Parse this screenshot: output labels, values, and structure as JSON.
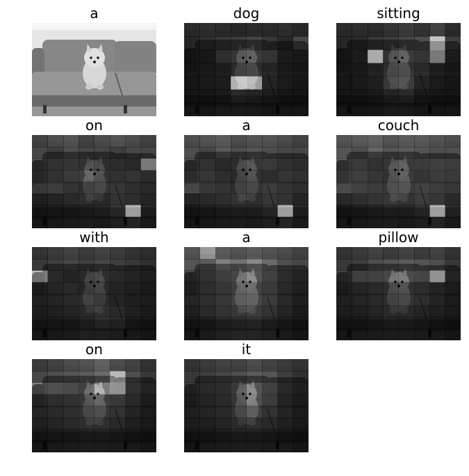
{
  "panels": [
    {
      "word": "a",
      "attention": null
    },
    {
      "word": "dog",
      "attention": [
        [
          0.1,
          0.12,
          0.1,
          0.08,
          0.1,
          0.1,
          0.12,
          0.08
        ],
        [
          0.08,
          0.15,
          0.2,
          0.25,
          0.3,
          0.2,
          0.1,
          0.3
        ],
        [
          0.08,
          0.1,
          0.35,
          0.45,
          0.5,
          0.45,
          0.15,
          0.12
        ],
        [
          0.08,
          0.1,
          0.15,
          0.3,
          0.35,
          0.25,
          0.12,
          0.08
        ],
        [
          0.06,
          0.08,
          0.12,
          0.95,
          0.9,
          0.2,
          0.1,
          0.06
        ],
        [
          0.05,
          0.06,
          0.1,
          0.25,
          0.2,
          0.12,
          0.06,
          0.05
        ],
        [
          0.05,
          0.05,
          0.08,
          0.1,
          0.08,
          0.06,
          0.05,
          0.05
        ]
      ]
    },
    {
      "word": "sitting",
      "attention": [
        [
          0.1,
          0.12,
          0.1,
          0.15,
          0.2,
          0.15,
          0.25,
          0.1
        ],
        [
          0.08,
          0.12,
          0.2,
          0.25,
          0.3,
          0.35,
          0.9,
          0.25
        ],
        [
          0.08,
          0.15,
          0.95,
          0.4,
          0.5,
          0.45,
          0.85,
          0.15
        ],
        [
          0.08,
          0.1,
          0.2,
          0.35,
          0.4,
          0.3,
          0.15,
          0.1
        ],
        [
          0.06,
          0.08,
          0.15,
          0.4,
          0.45,
          0.2,
          0.1,
          0.06
        ],
        [
          0.05,
          0.06,
          0.1,
          0.2,
          0.25,
          0.1,
          0.06,
          0.05
        ],
        [
          0.05,
          0.05,
          0.06,
          0.1,
          0.1,
          0.06,
          0.05,
          0.05
        ]
      ]
    },
    {
      "word": "on",
      "attention": [
        [
          0.25,
          0.3,
          0.35,
          0.25,
          0.3,
          0.35,
          0.3,
          0.25
        ],
        [
          0.3,
          0.25,
          0.35,
          0.3,
          0.3,
          0.25,
          0.3,
          0.3
        ],
        [
          0.35,
          0.4,
          0.45,
          0.4,
          0.35,
          0.35,
          0.3,
          0.85
        ],
        [
          0.35,
          0.4,
          0.5,
          0.55,
          0.4,
          0.4,
          0.45,
          0.35
        ],
        [
          0.4,
          0.45,
          0.35,
          0.3,
          0.35,
          0.4,
          0.3,
          0.25
        ],
        [
          0.15,
          0.2,
          0.25,
          0.3,
          0.25,
          0.35,
          0.3,
          0.2
        ],
        [
          0.1,
          0.12,
          0.15,
          0.2,
          0.25,
          0.4,
          0.95,
          0.25
        ],
        [
          0.05,
          0.08,
          0.1,
          0.12,
          0.1,
          0.15,
          0.2,
          0.1
        ]
      ]
    },
    {
      "word": "a",
      "attention": [
        [
          0.3,
          0.35,
          0.4,
          0.3,
          0.35,
          0.35,
          0.3,
          0.25
        ],
        [
          0.35,
          0.3,
          0.45,
          0.35,
          0.4,
          0.35,
          0.3,
          0.3
        ],
        [
          0.35,
          0.4,
          0.3,
          0.35,
          0.45,
          0.5,
          0.4,
          0.35
        ],
        [
          0.4,
          0.45,
          0.35,
          0.3,
          0.4,
          0.35,
          0.45,
          0.4
        ],
        [
          0.55,
          0.4,
          0.35,
          0.3,
          0.35,
          0.45,
          0.35,
          0.3
        ],
        [
          0.2,
          0.25,
          0.3,
          0.35,
          0.3,
          0.4,
          0.35,
          0.2
        ],
        [
          0.1,
          0.15,
          0.2,
          0.25,
          0.25,
          0.35,
          0.95,
          0.25
        ],
        [
          0.05,
          0.08,
          0.1,
          0.12,
          0.1,
          0.15,
          0.2,
          0.1
        ]
      ]
    },
    {
      "word": "couch",
      "attention": [
        [
          0.35,
          0.4,
          0.45,
          0.35,
          0.4,
          0.4,
          0.35,
          0.3
        ],
        [
          0.4,
          0.35,
          0.5,
          0.4,
          0.45,
          0.4,
          0.35,
          0.35
        ],
        [
          0.45,
          0.5,
          0.4,
          0.45,
          0.5,
          0.55,
          0.6,
          0.55
        ],
        [
          0.5,
          0.55,
          0.45,
          0.4,
          0.5,
          0.45,
          0.55,
          0.5
        ],
        [
          0.6,
          0.5,
          0.45,
          0.4,
          0.45,
          0.5,
          0.45,
          0.4
        ],
        [
          0.25,
          0.3,
          0.35,
          0.4,
          0.35,
          0.45,
          0.4,
          0.25
        ],
        [
          0.1,
          0.15,
          0.2,
          0.25,
          0.25,
          0.35,
          0.95,
          0.3
        ],
        [
          0.05,
          0.08,
          0.1,
          0.12,
          0.1,
          0.15,
          0.2,
          0.1
        ]
      ]
    },
    {
      "word": "with",
      "attention": [
        [
          0.15,
          0.2,
          0.25,
          0.2,
          0.25,
          0.2,
          0.15,
          0.12
        ],
        [
          0.2,
          0.25,
          0.3,
          0.25,
          0.3,
          0.25,
          0.2,
          0.15
        ],
        [
          0.85,
          0.3,
          0.25,
          0.3,
          0.35,
          0.3,
          0.25,
          0.2
        ],
        [
          0.2,
          0.25,
          0.3,
          0.25,
          0.3,
          0.25,
          0.2,
          0.15
        ],
        [
          0.15,
          0.2,
          0.25,
          0.3,
          0.25,
          0.2,
          0.15,
          0.12
        ],
        [
          0.12,
          0.15,
          0.2,
          0.25,
          0.3,
          0.25,
          0.15,
          0.1
        ],
        [
          0.1,
          0.12,
          0.15,
          0.25,
          0.35,
          0.3,
          0.12,
          0.08
        ],
        [
          0.05,
          0.08,
          0.1,
          0.15,
          0.15,
          0.12,
          0.08,
          0.05
        ]
      ]
    },
    {
      "word": "a",
      "attention": [
        [
          0.35,
          0.8,
          0.4,
          0.35,
          0.4,
          0.35,
          0.3,
          0.25
        ],
        [
          0.4,
          0.45,
          0.7,
          0.6,
          0.75,
          0.55,
          0.35,
          0.3
        ],
        [
          0.3,
          0.4,
          0.55,
          0.65,
          0.8,
          0.6,
          0.35,
          0.25
        ],
        [
          0.25,
          0.35,
          0.45,
          0.55,
          0.6,
          0.5,
          0.3,
          0.2
        ],
        [
          0.2,
          0.3,
          0.4,
          0.5,
          0.55,
          0.45,
          0.25,
          0.15
        ],
        [
          0.15,
          0.25,
          0.35,
          0.4,
          0.45,
          0.35,
          0.2,
          0.1
        ],
        [
          0.1,
          0.15,
          0.25,
          0.3,
          0.35,
          0.25,
          0.15,
          0.08
        ],
        [
          0.05,
          0.1,
          0.15,
          0.2,
          0.2,
          0.15,
          0.1,
          0.05
        ]
      ]
    },
    {
      "word": "pillow",
      "attention": [
        [
          0.15,
          0.2,
          0.25,
          0.2,
          0.25,
          0.2,
          0.25,
          0.15
        ],
        [
          0.2,
          0.25,
          0.35,
          0.4,
          0.45,
          0.4,
          0.35,
          0.2
        ],
        [
          0.3,
          0.55,
          0.6,
          0.65,
          0.7,
          0.65,
          0.9,
          0.25
        ],
        [
          0.2,
          0.25,
          0.3,
          0.35,
          0.4,
          0.35,
          0.25,
          0.15
        ],
        [
          0.15,
          0.2,
          0.25,
          0.3,
          0.35,
          0.3,
          0.2,
          0.1
        ],
        [
          0.12,
          0.15,
          0.2,
          0.25,
          0.25,
          0.2,
          0.15,
          0.08
        ],
        [
          0.08,
          0.1,
          0.15,
          0.2,
          0.2,
          0.15,
          0.1,
          0.05
        ],
        [
          0.05,
          0.08,
          0.1,
          0.12,
          0.12,
          0.1,
          0.08,
          0.05
        ]
      ]
    },
    {
      "word": "on",
      "attention": [
        [
          0.2,
          0.25,
          0.3,
          0.35,
          0.45,
          0.3,
          0.25,
          0.15
        ],
        [
          0.3,
          0.35,
          0.4,
          0.45,
          0.55,
          0.85,
          0.35,
          0.2
        ],
        [
          0.7,
          0.75,
          0.7,
          0.6,
          0.85,
          0.9,
          0.4,
          0.25
        ],
        [
          0.3,
          0.35,
          0.4,
          0.45,
          0.55,
          0.5,
          0.3,
          0.15
        ],
        [
          0.2,
          0.25,
          0.3,
          0.35,
          0.4,
          0.35,
          0.2,
          0.1
        ],
        [
          0.15,
          0.2,
          0.25,
          0.3,
          0.3,
          0.25,
          0.15,
          0.08
        ],
        [
          0.1,
          0.12,
          0.15,
          0.2,
          0.2,
          0.15,
          0.1,
          0.05
        ],
        [
          0.05,
          0.08,
          0.1,
          0.12,
          0.12,
          0.1,
          0.08,
          0.05
        ]
      ]
    },
    {
      "word": "it",
      "attention": [
        [
          0.15,
          0.2,
          0.25,
          0.25,
          0.3,
          0.25,
          0.2,
          0.15
        ],
        [
          0.2,
          0.25,
          0.3,
          0.35,
          0.45,
          0.4,
          0.25,
          0.15
        ],
        [
          0.25,
          0.3,
          0.35,
          0.5,
          0.8,
          0.6,
          0.3,
          0.2
        ],
        [
          0.2,
          0.25,
          0.3,
          0.45,
          0.75,
          0.55,
          0.25,
          0.15
        ],
        [
          0.15,
          0.2,
          0.25,
          0.35,
          0.5,
          0.35,
          0.2,
          0.1
        ],
        [
          0.12,
          0.15,
          0.2,
          0.25,
          0.3,
          0.25,
          0.15,
          0.08
        ],
        [
          0.08,
          0.1,
          0.15,
          0.2,
          0.2,
          0.15,
          0.1,
          0.05
        ],
        [
          0.05,
          0.08,
          0.1,
          0.12,
          0.12,
          0.1,
          0.08,
          0.05
        ]
      ]
    }
  ]
}
